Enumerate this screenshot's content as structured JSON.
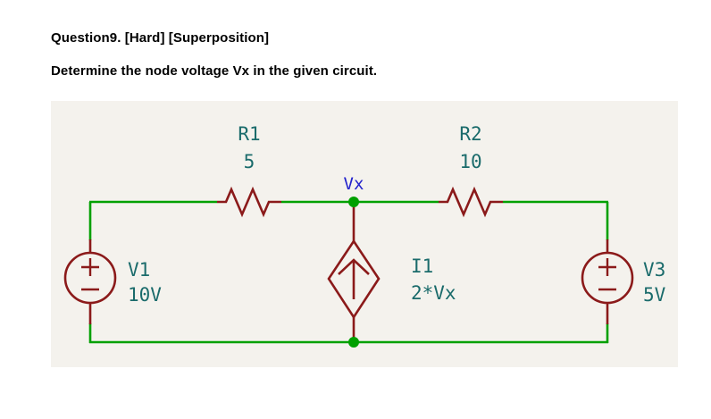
{
  "question": {
    "title": "Question9. [Hard] [Superposition]",
    "prompt": "Determine the node voltage Vx in the given circuit."
  },
  "circuit": {
    "panel_background": "#f4f2ed",
    "wire_color": "#00a000",
    "component_color": "#8b1a1a",
    "label_color": "#1a6b6b",
    "node_label_color": "#2222cc",
    "node_dot_color": "#00a000",
    "node": {
      "name": "Vx",
      "label": "Vx"
    },
    "components": [
      {
        "id": "R1",
        "type": "resistor",
        "ref": "R1",
        "value": "5",
        "orientation": "horizontal"
      },
      {
        "id": "R2",
        "type": "resistor",
        "ref": "R2",
        "value": "10",
        "orientation": "horizontal"
      },
      {
        "id": "V1",
        "type": "voltage-source",
        "ref": "V1",
        "value": "10V",
        "plus": "+",
        "minus": "−",
        "orientation": "vertical"
      },
      {
        "id": "V3",
        "type": "voltage-source",
        "ref": "V3",
        "value": "5V",
        "plus": "+",
        "minus": "−",
        "orientation": "vertical"
      },
      {
        "id": "I1",
        "type": "dependent-current-source",
        "ref": "I1",
        "value": "2*Vx",
        "arrow_direction": "up",
        "orientation": "vertical"
      }
    ]
  }
}
